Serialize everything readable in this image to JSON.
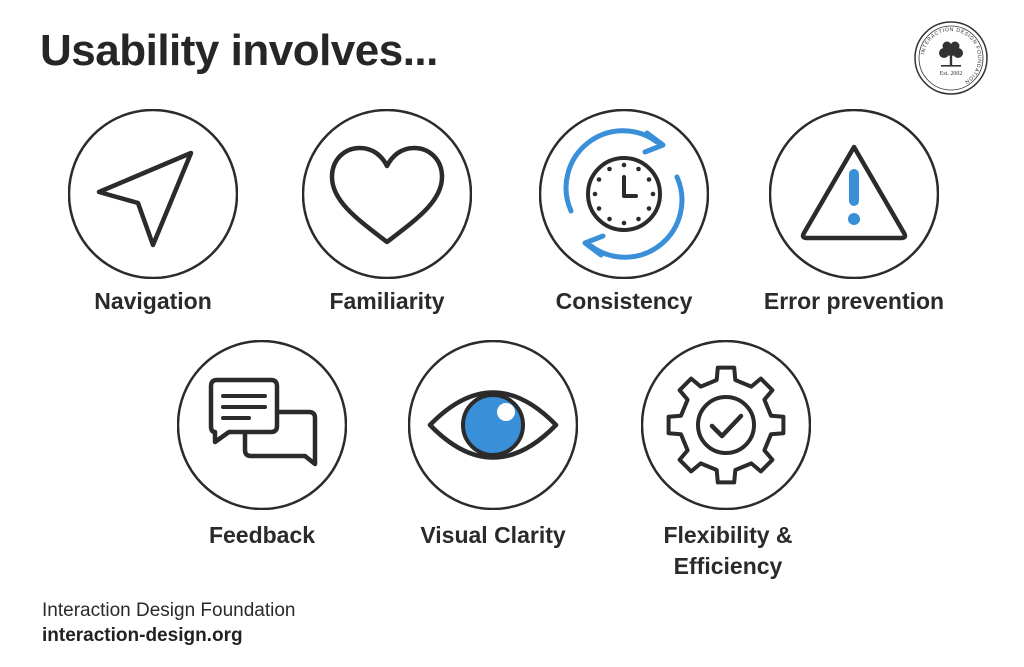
{
  "title": "Usability involves...",
  "logo": {
    "ring_text": "INTERACTION DESIGN FOUNDATION",
    "est": "Est. 2002",
    "icon": "tree-icon"
  },
  "items": [
    {
      "label": "Navigation",
      "icon": "navigation-arrow-icon"
    },
    {
      "label": "Familiarity",
      "icon": "heart-icon"
    },
    {
      "label": "Consistency",
      "icon": "clock-refresh-icon"
    },
    {
      "label": "Error prevention",
      "icon": "warning-triangle-icon"
    },
    {
      "label": "Feedback",
      "icon": "chat-bubbles-icon"
    },
    {
      "label": "Visual Clarity",
      "icon": "eye-icon"
    },
    {
      "label_line1": "Flexibility &",
      "label_line2": "Efficiency",
      "icon": "gear-check-icon"
    }
  ],
  "footer": {
    "org": "Interaction Design Foundation",
    "url": "interaction-design.org"
  },
  "colors": {
    "stroke": "#2b2b2b",
    "accent": "#3a8fd9"
  }
}
